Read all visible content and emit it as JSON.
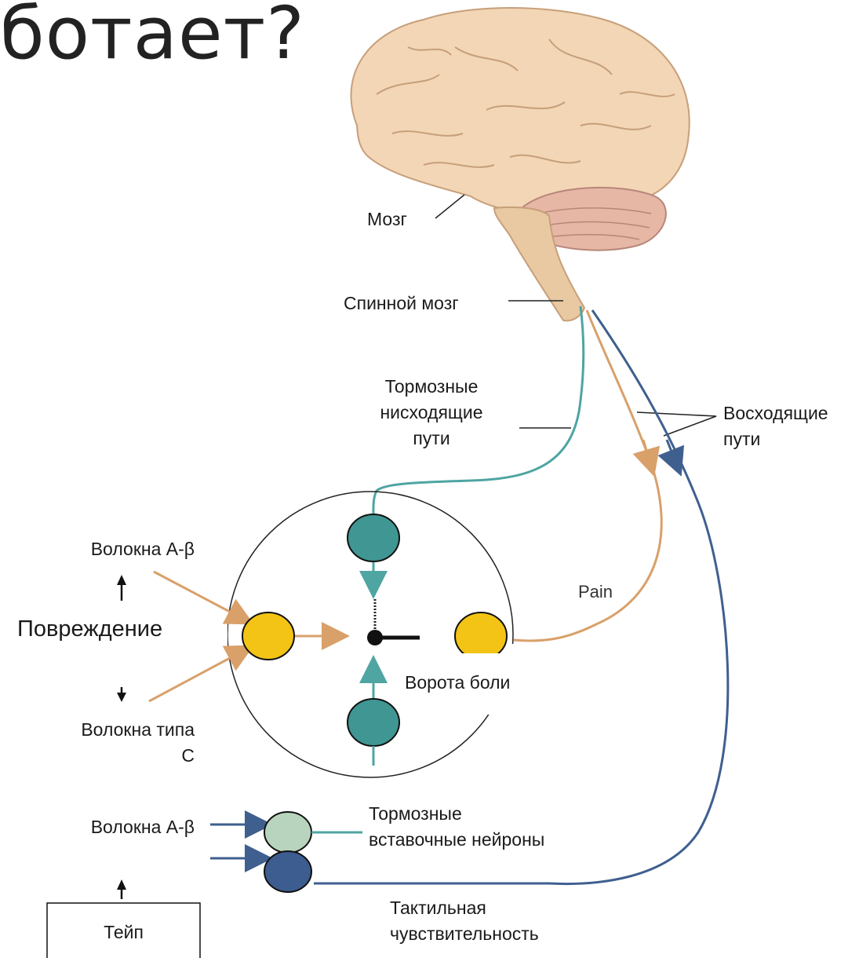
{
  "title": "ботает?",
  "labels": {
    "brain": "Мозг",
    "spinal_cord": "Спинной мозг",
    "descending_1": "Тормозные",
    "descending_2": "нисходящие",
    "descending_3": "пути",
    "ascending_1": "Восходящие",
    "ascending_2": "пути",
    "a_beta_top": "Волокна А-β",
    "damage": "Повреждение",
    "c_fibers_1": "Волокна типа",
    "c_fibers_2": "С",
    "pain": "Pain",
    "pain_gate": "Ворота боли",
    "inhibitory_1": "Тормозные",
    "inhibitory_2": "вставочные нейроны",
    "a_beta_bottom": "Волокна А-β",
    "tactile_1": "Тактильная",
    "tactile_2": "чувствительность",
    "tape": "Тейп"
  },
  "colors": {
    "teal": "#4ea5a2",
    "teal_cell": "#3f9692",
    "pale_green_cell": "#b9d4be",
    "orange": "#d9a06a",
    "yellow_cell": "#f3c416",
    "blue": "#3f5f8f",
    "dark_blue_cell": "#3d5c8f",
    "brain": "#f2d6b5"
  }
}
